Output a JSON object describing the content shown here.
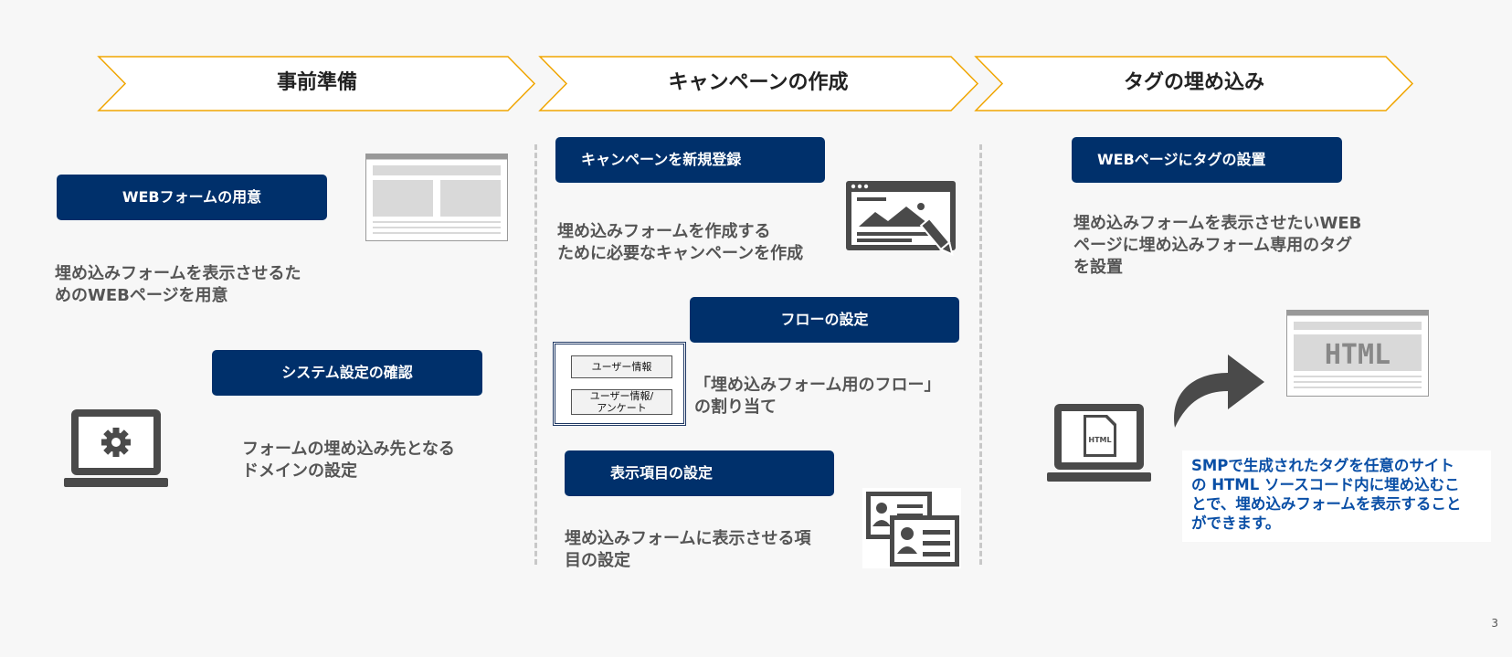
{
  "phases": [
    {
      "title": "事前準備"
    },
    {
      "title": "キャンペーンの作成"
    },
    {
      "title": "タグの埋め込み"
    }
  ],
  "prep": {
    "webform_button": "WEBフォームの用意",
    "webform_desc": [
      "埋め込みフォームを表示させるた",
      "めのWEBページを用意"
    ],
    "system_button": "システム設定の確認",
    "system_desc": [
      "フォームの埋め込み先となる",
      "ドメインの設定"
    ]
  },
  "campaign": {
    "register_button": "キャンペーンを新規登録",
    "register_desc": [
      "埋め込みフォームを作成する",
      "ために必要なキャンペーンを作成"
    ],
    "flow_button": "フローの設定",
    "flow_items": [
      "ユーザー情報",
      "ユーザー情報/\nアンケート"
    ],
    "flow_desc": [
      "「埋め込みフォーム用のフロー」",
      "の割り当て"
    ],
    "display_button": "表示項目の設定",
    "display_desc": [
      "埋め込みフォームに表示させる項",
      "目の設定"
    ]
  },
  "tag": {
    "place_button": "WEBページにタグの設置",
    "place_desc": [
      "埋め込みフォームを表示させたいWEB",
      "ページに埋め込みフォーム専用のタグ",
      "を設置"
    ],
    "file_label": "HTML",
    "html_label": "HTML",
    "note": [
      "SMPで生成されたタグを任意のサイト",
      "の HTML ソースコード内に埋め込むこ",
      "とで、埋め込みフォームを表示すること",
      "ができます。"
    ]
  },
  "page_number": "3",
  "colors": {
    "accent": "#00306b",
    "chevron_border": "#f0a500",
    "note_text": "#0a4fa6"
  }
}
